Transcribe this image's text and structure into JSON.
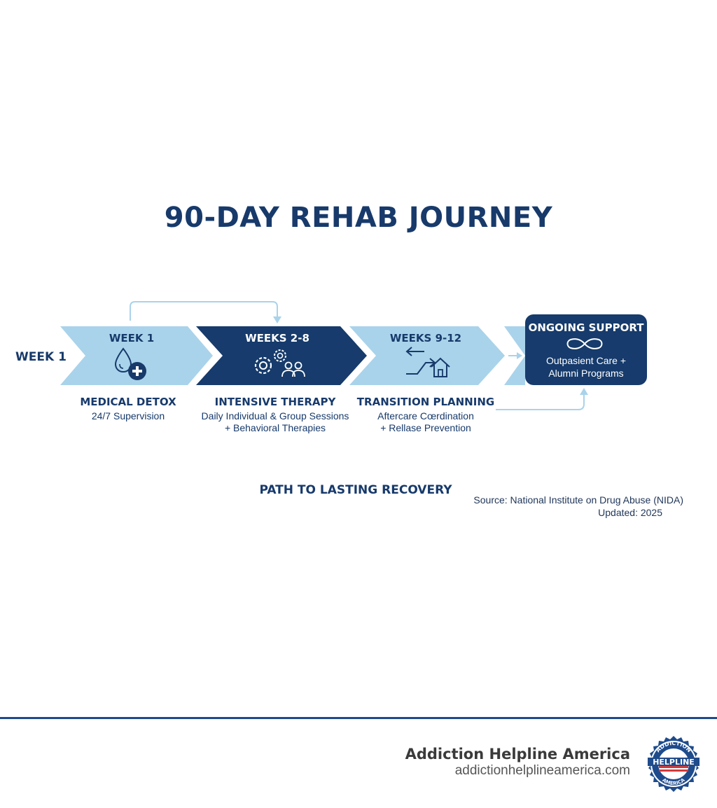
{
  "title": "90-DAY REHAB JOURNEY",
  "side_label": "WEEK 1",
  "phases": [
    {
      "label": "WEEK 1",
      "title": "MEDICAL DETOX",
      "subtitle_lines": [
        "24/7 Supervision"
      ],
      "icon": "drop-plus-icon",
      "color": "#a9d3ea",
      "label_color": "#173a6b"
    },
    {
      "label": "WEEKS 2-8",
      "title": "INTENSIVE THERAPY",
      "subtitle_lines": [
        "Daily Individual & Group Sessions",
        "+ Behavioral Therapies"
      ],
      "icon": "gears-people-icon",
      "color": "#163b6c",
      "label_color": "#ffffff"
    },
    {
      "label": "WEEKS 9-12",
      "title": "TRANSITION PLANNING",
      "subtitle_lines": [
        "Aftercare Cœrdination",
        "+ Rellase Prevention"
      ],
      "icon": "arrows-house-icon",
      "color": "#a9d3ea",
      "label_color": "#173a6b"
    }
  ],
  "ongoing": {
    "title": "ONGOING SUPPORT",
    "subtitle_lines": [
      "Outpasient Care +",
      "Alumni Programs"
    ],
    "icon": "infinity-icon",
    "color": "#163b6c"
  },
  "path_label": "PATH TO LASTING RECOVERY",
  "source": {
    "line1": "Source: National Institute on Drug Abuse (NIDA)",
    "line2": "Updated: 2025"
  },
  "brand": {
    "name": "Addiction Helpline America",
    "url": "addictionhelplineamerica.com",
    "logo_icon": "helpline-seal-icon",
    "logo_text_top": "ADDICTION",
    "logo_text_mid": "HELPLINE",
    "logo_text_bottom": "AMERICA"
  },
  "colors": {
    "navy": "#163b6c",
    "light_blue": "#a9d3ea",
    "connector": "#a9d3ea",
    "footer_rule": "#1e4b8c"
  }
}
